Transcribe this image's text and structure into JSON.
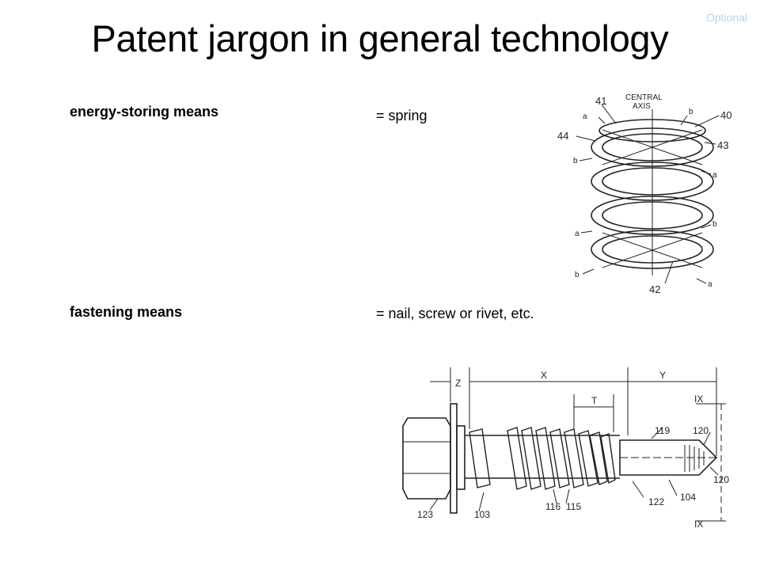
{
  "slide": {
    "tag": "Optional",
    "title": "Patent jargon in general technology"
  },
  "terms": [
    {
      "term": "energy-storing means",
      "meaning": "= spring"
    },
    {
      "term": "fastening means",
      "meaning": "= nail, screw or rivet, etc."
    }
  ],
  "spring_figure": {
    "labels": {
      "central_axis_1": "CENTRAL",
      "central_axis_2": "AXIS",
      "n41": "41",
      "n40": "40",
      "n44": "44",
      "n43": "43",
      "n42": "42",
      "a": "a",
      "b": "b"
    }
  },
  "screw_figure": {
    "labels": {
      "z": "Z",
      "x": "X",
      "y": "Y",
      "t": "T",
      "ix": "IX",
      "n119": "119",
      "n120": "120",
      "n123": "123",
      "n103": "103",
      "n116": "116",
      "n115": "115",
      "n122": "122",
      "n104": "104"
    }
  }
}
